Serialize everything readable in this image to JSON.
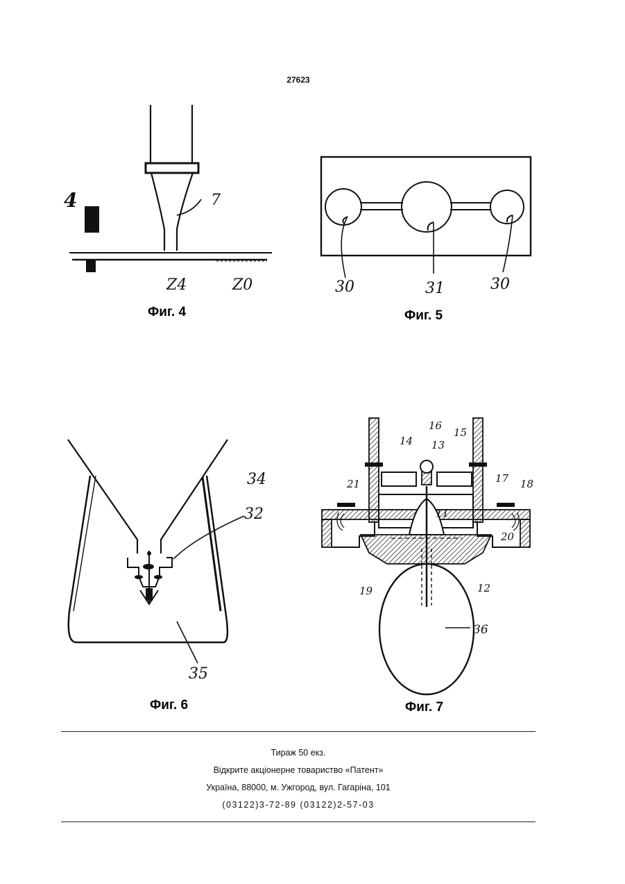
{
  "page": {
    "patent_number": "27623"
  },
  "fig4": {
    "caption": "Фиг. 4",
    "labels": {
      "side_number": "4",
      "part": "7",
      "mark_a": "Z4",
      "mark_b": "Z0"
    }
  },
  "fig5": {
    "caption": "Фиг. 5",
    "labels": {
      "left": "30",
      "center": "31",
      "right": "30"
    }
  },
  "fig6": {
    "caption": "Фиг. 6",
    "labels": {
      "a": "34",
      "b": "32",
      "c": "35"
    }
  },
  "fig7": {
    "caption": "Фиг. 7",
    "labels": {
      "n16": "16",
      "n14": "14",
      "n13": "13",
      "n15": "15",
      "n21": "21",
      "n17": "17",
      "n18": "18",
      "n11": "11",
      "n20": "20",
      "n19": "19",
      "n12": "12",
      "n36": "36"
    }
  },
  "footer": {
    "circulation": "Тираж 50 екз.",
    "company": "Відкрите акціонерне товариство «Патент»",
    "address": "Україна, 88000, м. Ужгород, вул. Гагаріна, 101",
    "phones": "(03122)3-72-89 (03122)2-57-03"
  }
}
